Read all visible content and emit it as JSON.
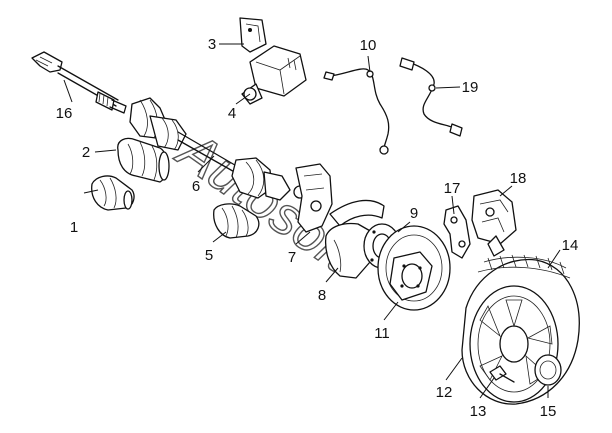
{
  "callouts": {
    "c1": "1",
    "c2": "2",
    "c3": "3",
    "c4": "4",
    "c5": "5",
    "c6": "6",
    "c7": "7",
    "c8": "8",
    "c9": "9",
    "c10": "10",
    "c11": "11",
    "c12": "12",
    "c13": "13",
    "c14": "14",
    "c15": "15",
    "c16": "16",
    "c17": "17",
    "c18": "18",
    "c19": "19"
  },
  "watermark": "Autosoft"
}
